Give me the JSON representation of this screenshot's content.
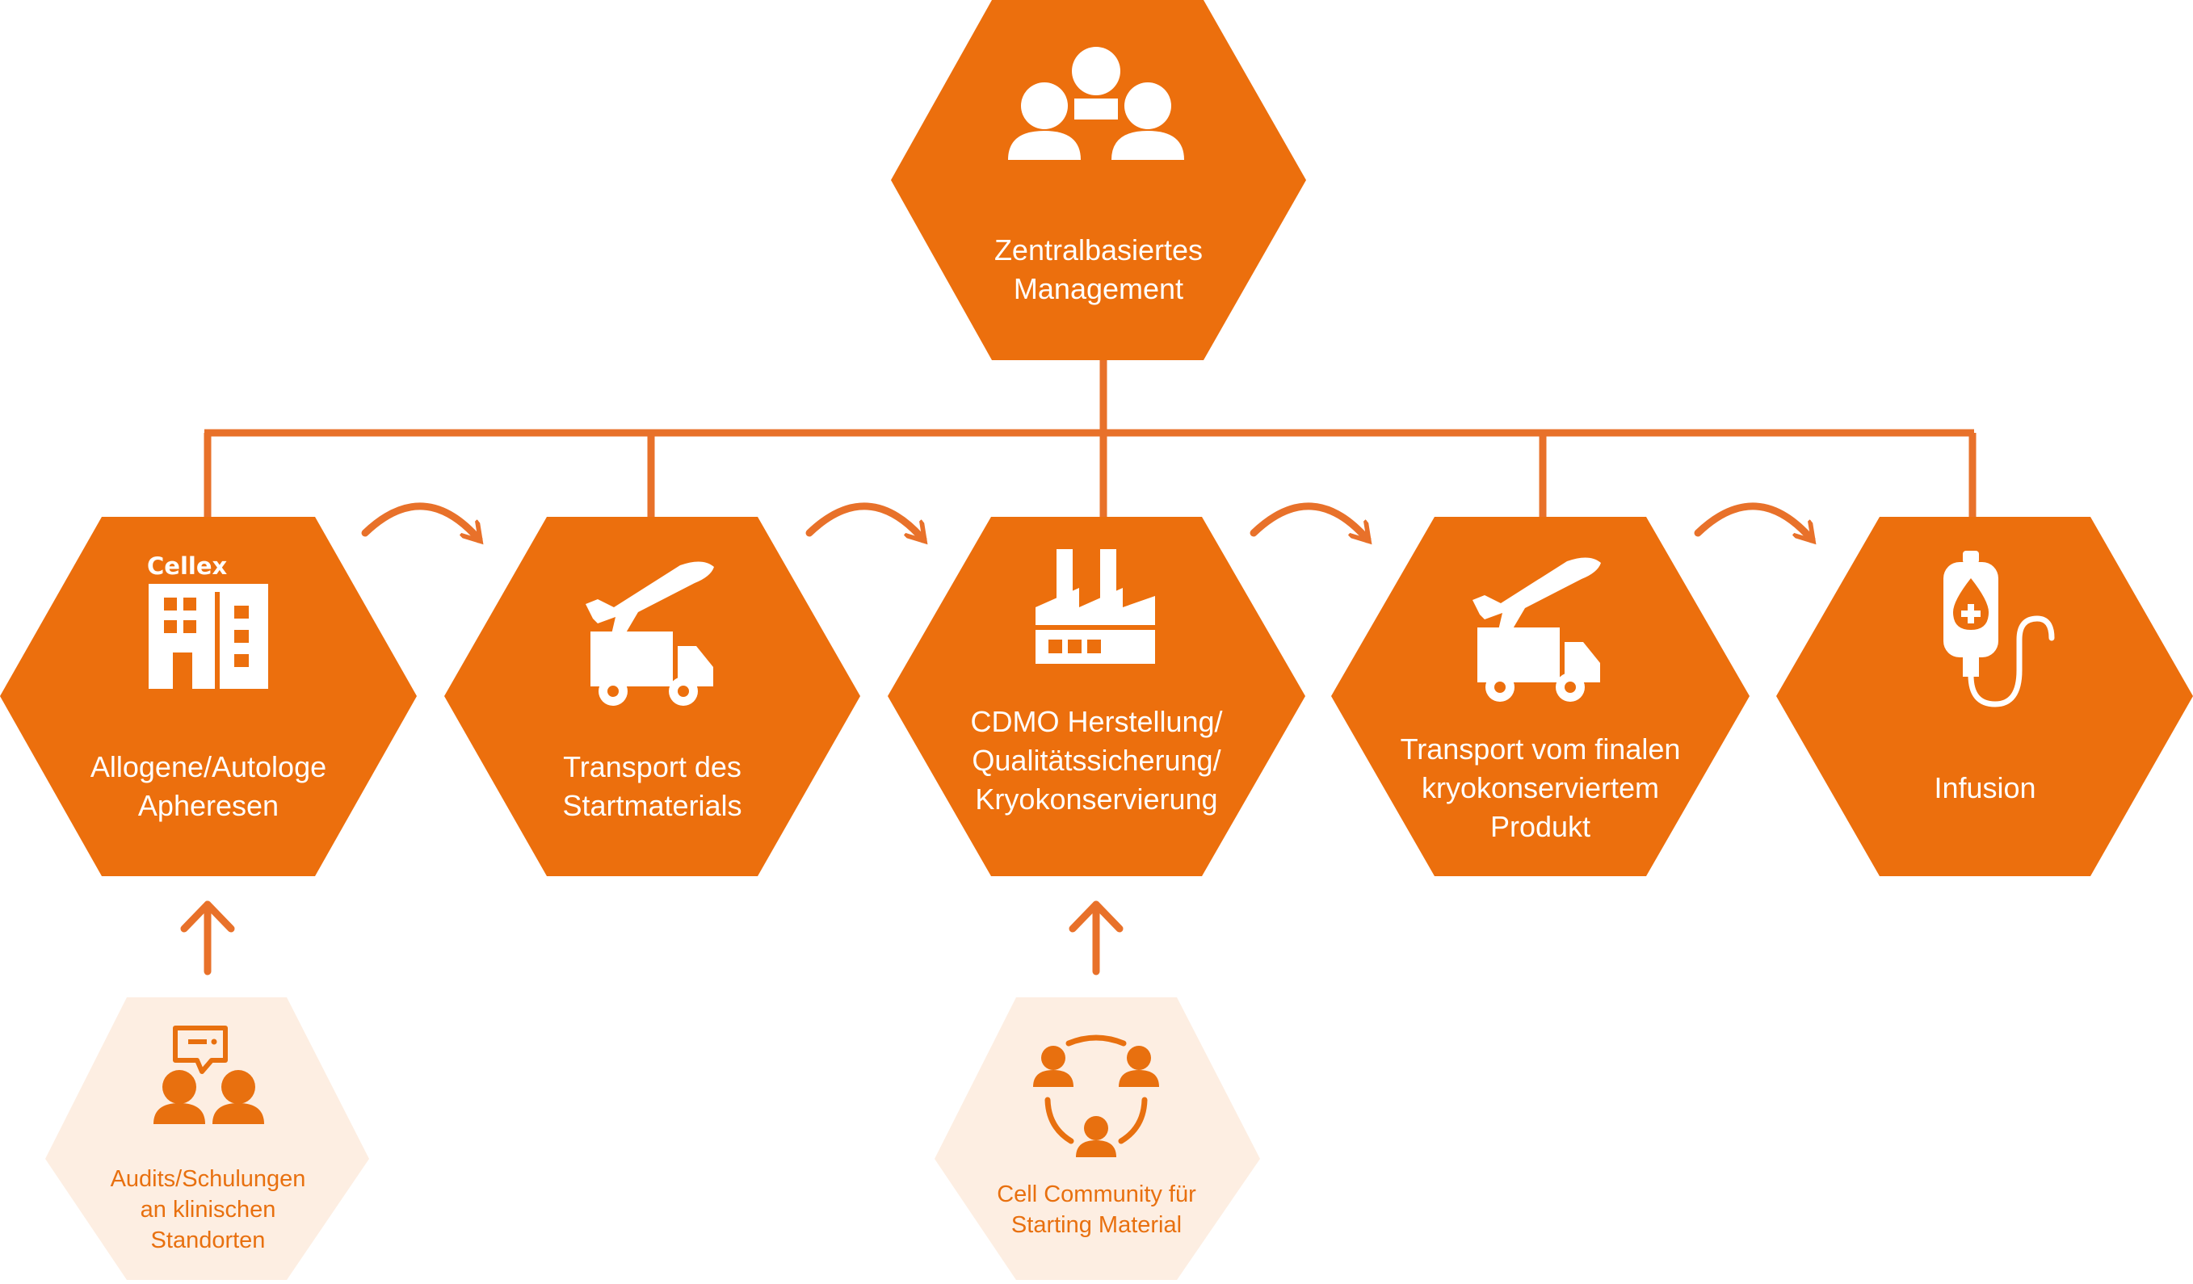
{
  "colors": {
    "primary": "#ec6f0d",
    "light_fill": "#fdeee2",
    "light_text": "#e8700f",
    "line": "#e8712a",
    "white": "#ffffff"
  },
  "top_node": {
    "icon": "team-icon",
    "lines": [
      "Zentralbasiertes",
      "Management"
    ]
  },
  "process_nodes": [
    {
      "id": "apheresis",
      "icon": "hospital-building-icon",
      "logo_text": "Cellex",
      "lines": [
        "Allogene/Autologe",
        "Apheresen"
      ]
    },
    {
      "id": "transport-start",
      "icon": "plane-truck-icon",
      "lines": [
        "Transport des",
        "Startmaterials"
      ]
    },
    {
      "id": "cdmo",
      "icon": "factory-icon",
      "lines": [
        "CDMO Herstellung/",
        "Qualitätssicherung/",
        "Kryokonservierung"
      ]
    },
    {
      "id": "transport-final",
      "icon": "plane-truck-icon",
      "lines": [
        "Transport vom finalen",
        "kryokonserviertem",
        "Produkt"
      ]
    },
    {
      "id": "infusion",
      "icon": "iv-bag-icon",
      "lines": [
        "Infusion"
      ]
    }
  ],
  "support_nodes": [
    {
      "id": "audits",
      "icon": "training-chat-icon",
      "lines": [
        "Audits/Schulungen",
        "an klinischen",
        "Standorten"
      ]
    },
    {
      "id": "community",
      "icon": "community-circle-icon",
      "lines": [
        "Cell Community für",
        "Starting Material"
      ]
    }
  ],
  "flow_arrow_icon": "curved-arrow-icon",
  "support_arrow_icon": "up-arrow-icon"
}
